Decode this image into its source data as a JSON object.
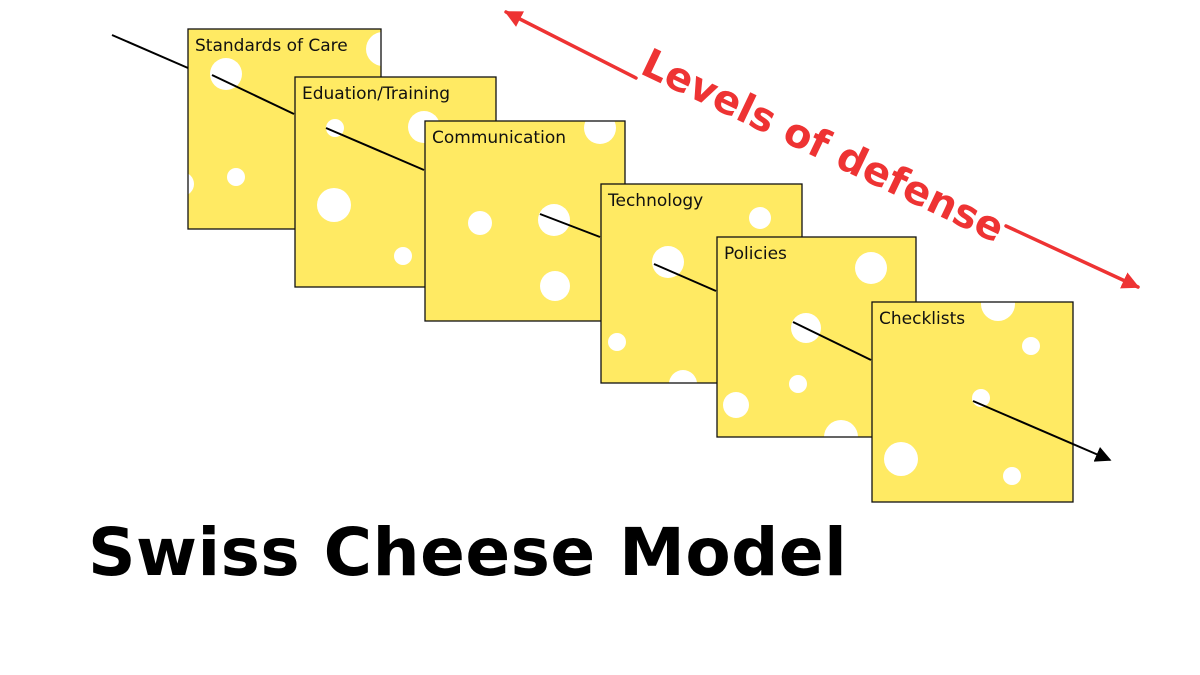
{
  "title": "Swiss Cheese Model",
  "defense_label": "Levels of defense",
  "colors": {
    "cheese": "#ffea63",
    "hole": "#ffffff",
    "outline": "#111111",
    "accent": "#ee3333",
    "hazard_line": "#000000"
  },
  "slices": [
    {
      "label": "Standards of Care"
    },
    {
      "label": "Eduation/Training"
    },
    {
      "label": "Communication"
    },
    {
      "label": "Technology"
    },
    {
      "label": "Policies"
    },
    {
      "label": "Checklists"
    }
  ]
}
